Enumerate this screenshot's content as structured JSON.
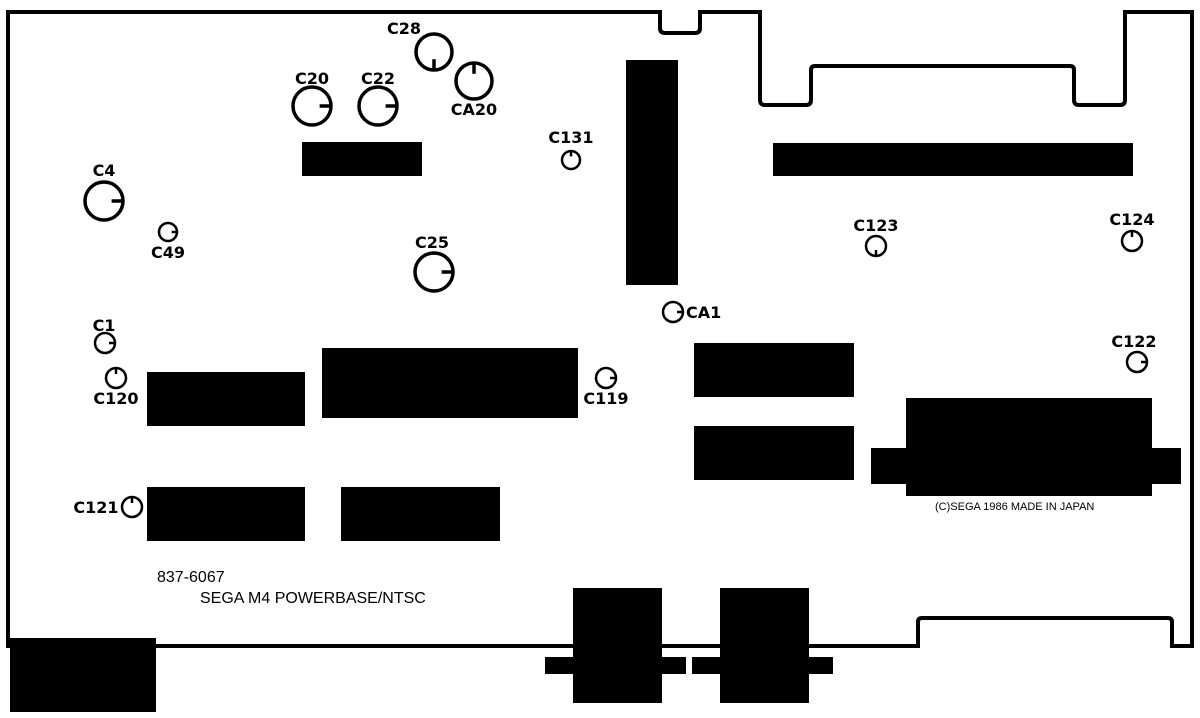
{
  "board": {
    "part_number": "837-6067",
    "name": "SEGA M4  POWERBASE/NTSC",
    "copyright": "(C)SEGA 1986 MADE  IN  JAPAN"
  },
  "capacitors": [
    {
      "label": "C28",
      "kind": "large"
    },
    {
      "label": "C20",
      "kind": "large"
    },
    {
      "label": "C22",
      "kind": "large"
    },
    {
      "label": "CA20",
      "kind": "large"
    },
    {
      "label": "C131",
      "kind": "small"
    },
    {
      "label": "C4",
      "kind": "large"
    },
    {
      "label": "C49",
      "kind": "small"
    },
    {
      "label": "C25",
      "kind": "large"
    },
    {
      "label": "C123",
      "kind": "small"
    },
    {
      "label": "C124",
      "kind": "small"
    },
    {
      "label": "CA1",
      "kind": "small"
    },
    {
      "label": "C1",
      "kind": "small"
    },
    {
      "label": "C120",
      "kind": "small"
    },
    {
      "label": "C119",
      "kind": "small"
    },
    {
      "label": "C122",
      "kind": "small"
    },
    {
      "label": "C121",
      "kind": "small"
    }
  ]
}
